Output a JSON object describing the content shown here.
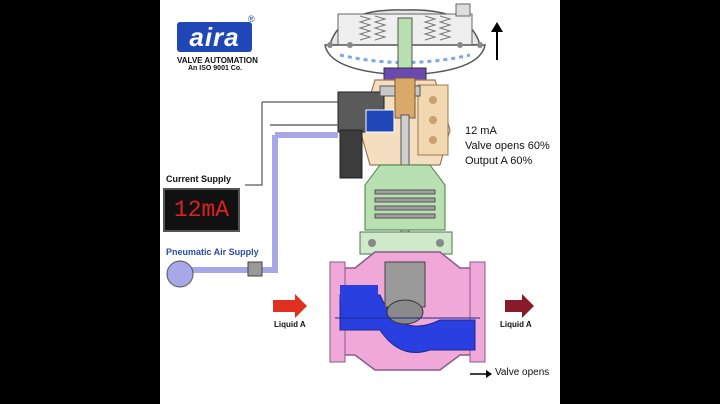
{
  "brand": {
    "logo_text": "aira",
    "registered": "®",
    "tagline": "VALVE AUTOMATION",
    "certification": "An ISO 9001 Co."
  },
  "current_supply": {
    "label": "Current Supply",
    "display": "12mA"
  },
  "pneumatic": {
    "label": "Pneumatic Air Supply"
  },
  "status": {
    "current": "12  mA",
    "valve_state": "Valve opens 60%",
    "output": "Output A 60%"
  },
  "flow": {
    "inlet_label": "Liquid A",
    "outlet_label": "Liquid A",
    "direction_caption": "Valve opens"
  },
  "colors": {
    "background": "#000000",
    "panel": "#ffffff",
    "body_pink": "#f0a8d8",
    "liquid_blue": "#2a3fe0",
    "stem_green": "#b8e0b0",
    "actuator_grey": "#d8d8d8",
    "arrow_red": "#e03020",
    "arrow_dark_red": "#8a1a2a",
    "meter_red": "#e02020",
    "air_line": "#a8a8e8"
  }
}
